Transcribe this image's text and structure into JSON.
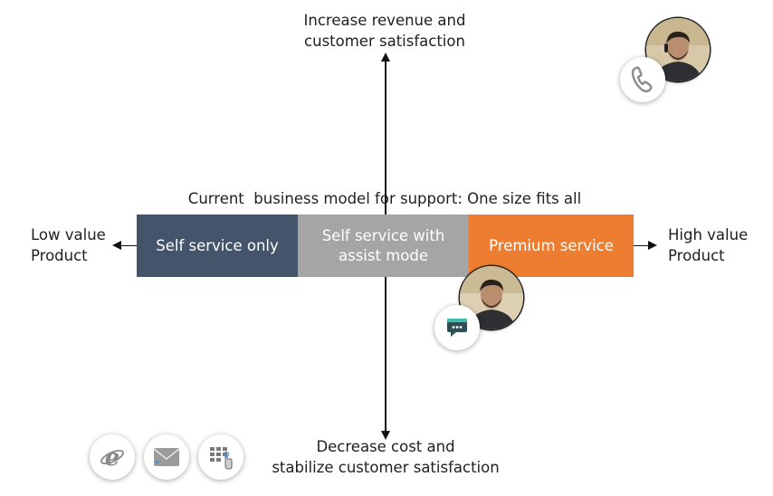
{
  "top_axis_label": [
    "Increase revenue and",
    "customer satisfaction"
  ],
  "bottom_axis_label": [
    "Decrease cost and",
    "stabilize customer satisfaction"
  ],
  "left_axis_label": [
    "Low value",
    "Product"
  ],
  "right_axis_label": [
    "High value",
    "Product"
  ],
  "model_title": "Current  business model for support: One size fits all",
  "segments": [
    {
      "label": "Self service only",
      "color": "#44546a"
    },
    {
      "label": "Self service with\nassist mode",
      "color": "#a5a5a5"
    },
    {
      "label": "Premium service",
      "color": "#ed7d31"
    }
  ],
  "icons": {
    "phone": "phone-icon",
    "chat": "chat-icon",
    "browser": "internet-explorer-icon",
    "email": "email-icon",
    "keypad": "keypad-touch-icon"
  }
}
